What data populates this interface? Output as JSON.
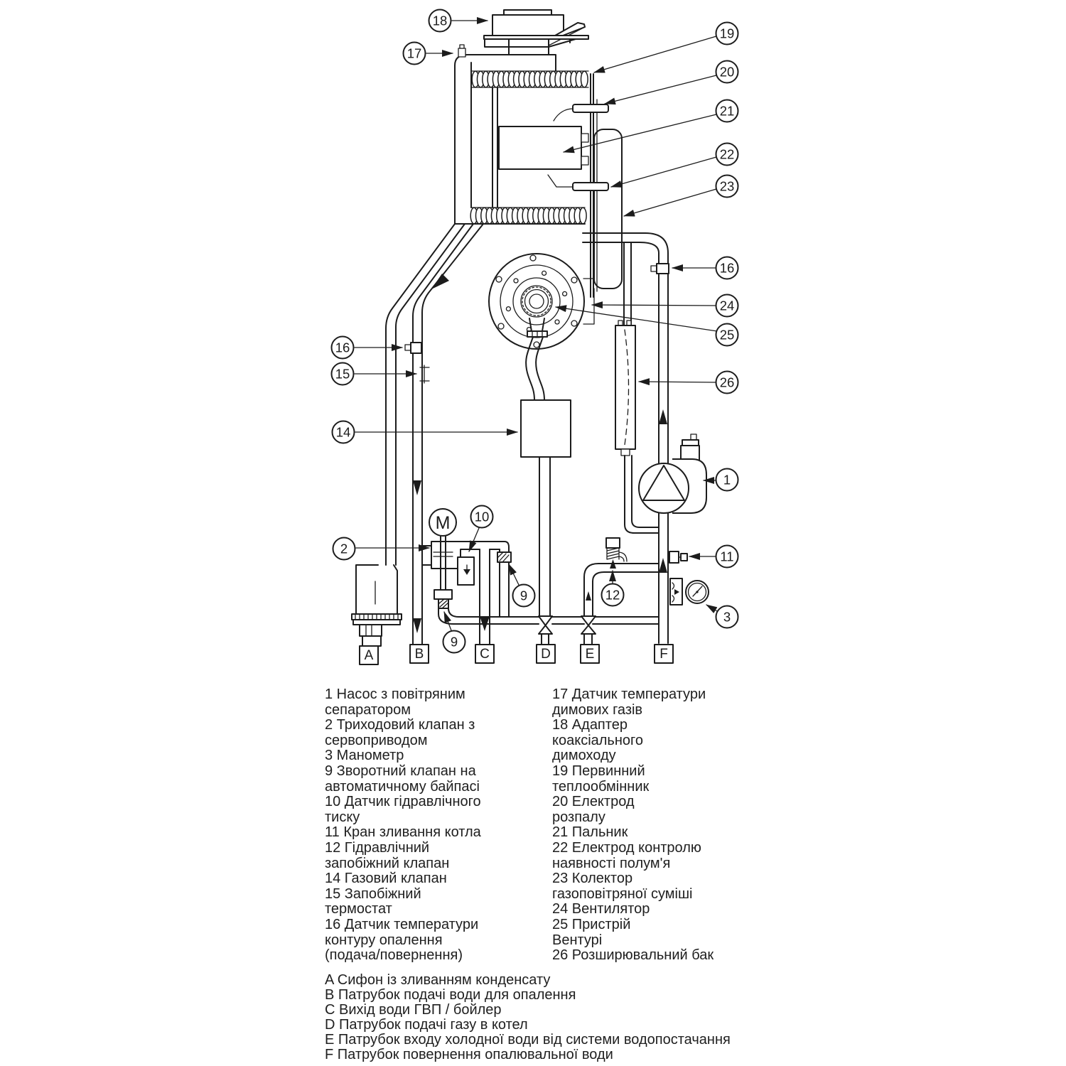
{
  "colors": {
    "ink": "#1c1c1c",
    "background": "#ffffff"
  },
  "diagram": {
    "motor_label": "M",
    "callouts": {
      "n1": "1",
      "n2": "2",
      "n3": "3",
      "n9a": "9",
      "n9b": "9",
      "n10": "10",
      "n11": "11",
      "n12": "12",
      "n14": "14",
      "n15": "15",
      "n16L": "16",
      "n16R": "16",
      "n17": "17",
      "n18": "18",
      "n19": "19",
      "n20": "20",
      "n21": "21",
      "n22": "22",
      "n23": "23",
      "n24": "24",
      "n25": "25",
      "n26": "26"
    },
    "ports": {
      "a": "A",
      "b": "B",
      "c": "C",
      "d": "D",
      "e": "E",
      "f": "F"
    }
  },
  "legend": {
    "left_lines": [
      "1 Насос з повітряним",
      "сепаратором",
      "2 Триходовий клапан з",
      "сервоприводом",
      "3 Манометр",
      "9 Зворотний клапан на",
      "автоматичному байпасі",
      "10 Датчик гідравлічного",
      "тиску",
      "11 Кран зливання котла",
      "12 Гідравлічний",
      "запобіжний клапан",
      "14 Газовий клапан",
      "15 Запобіжний",
      "термостат",
      "16 Датчик температури",
      "контуру опалення",
      "(подача/повернення)"
    ],
    "right_lines": [
      "17 Датчик температури",
      "димових газів",
      "18 Адаптер",
      "коаксіального",
      "димоходу",
      "19 Первинний",
      "теплообмінник",
      "20 Електрод",
      "розпалу",
      "21 Пальник",
      "22 Електрод контролю",
      "наявності полум'я",
      "23 Колектор",
      "газоповітряної суміші",
      "24 Вентилятор",
      "25 Пристрій",
      "Вентурі",
      "26 Розширювальний бак"
    ],
    "port_lines": [
      "A Сифон із зливанням конденсату",
      "B Патрубок подачі води для опалення",
      "C Вихід води ГВП / бойлер",
      "D Патрубок подачі газу в котел",
      "E Патрубок входу холодної води від системи водопостачання",
      "F Патрубок повернення опалювальної води"
    ]
  }
}
